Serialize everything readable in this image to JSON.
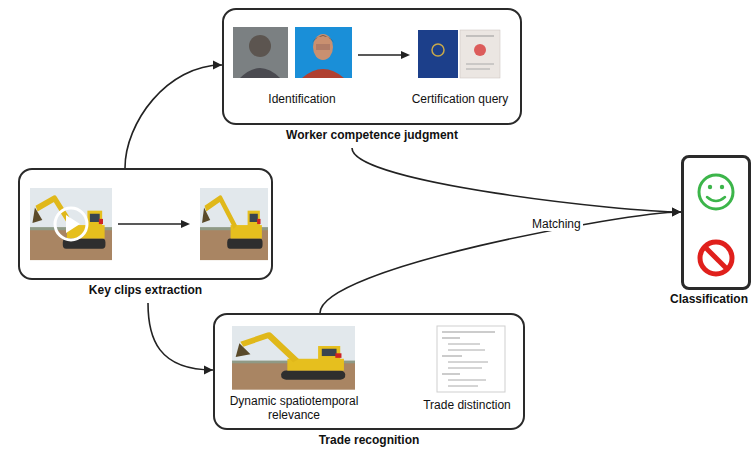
{
  "diagram": {
    "nodes": [
      {
        "text": [
          "Identification",
          "Certification query",
          "Worker competence judgment"
        ]
      },
      {
        "text": [
          "Key clips extraction"
        ]
      },
      {
        "text": [
          "Dynamic spatiotemporal relevance",
          "Trade distinction",
          "Trade recognition"
        ]
      },
      {
        "text": [
          "Classification"
        ]
      }
    ],
    "edges": [
      {
        "from": 1,
        "to": 0,
        "arrow": "to"
      },
      {
        "from": 1,
        "to": 2,
        "arrow": "to"
      },
      {
        "from": 0,
        "to": 3,
        "label": "Matching",
        "arrow": "to"
      },
      {
        "from": 2,
        "to": 3,
        "arrow": "to"
      }
    ]
  }
}
